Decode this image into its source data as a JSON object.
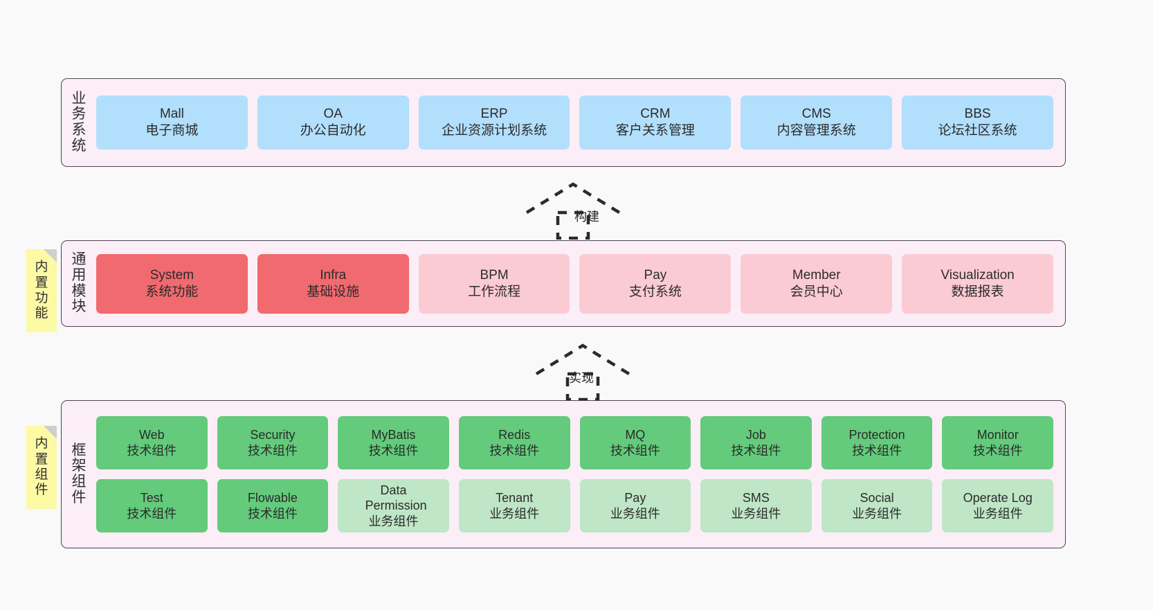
{
  "diagram": {
    "title": "",
    "background": "#f9f9f9",
    "colors": {
      "band_fill": "#fbeef7",
      "band_border": "#4a4453",
      "business_card": "#b2dffc",
      "module_card_strong": "#f06a6f",
      "module_card_light": "#fbcbd4",
      "component_tech": "#63cb7b",
      "component_biz": "#bfe6c6",
      "sticky_note": "#fcfaa4",
      "sticky_fold": "#cfcfcf"
    }
  },
  "bands": {
    "business": {
      "label": "业务系统",
      "label_chars": [
        "业",
        "务",
        "系",
        "统"
      ],
      "cards": [
        {
          "name": "Mall",
          "desc": "电子商城"
        },
        {
          "name": "OA",
          "desc": "办公自动化"
        },
        {
          "name": "ERP",
          "desc": "企业资源计划系统"
        },
        {
          "name": "CRM",
          "desc": "客户关系管理"
        },
        {
          "name": "CMS",
          "desc": "内容管理系统"
        },
        {
          "name": "BBS",
          "desc": "论坛社区系统"
        }
      ]
    },
    "modules": {
      "label": "通用模块",
      "label_chars": [
        "通",
        "用",
        "模",
        "块"
      ],
      "sticky": {
        "text": "内置功能",
        "chars": [
          "内",
          "置",
          "功",
          "能"
        ]
      },
      "cards": [
        {
          "name": "System",
          "desc": "系统功能",
          "emphasis": "strong"
        },
        {
          "name": "Infra",
          "desc": "基础设施",
          "emphasis": "strong"
        },
        {
          "name": "BPM",
          "desc": "工作流程",
          "emphasis": "light"
        },
        {
          "name": "Pay",
          "desc": "支付系统",
          "emphasis": "light"
        },
        {
          "name": "Member",
          "desc": "会员中心",
          "emphasis": "light"
        },
        {
          "name": "Visualization",
          "desc": "数据报表",
          "emphasis": "light"
        }
      ]
    },
    "framework": {
      "label": "框架组件",
      "label_chars": [
        "框",
        "架",
        "组",
        "件"
      ],
      "sticky": {
        "text": "内置组件",
        "chars": [
          "内",
          "置",
          "组",
          "件"
        ]
      },
      "row1": [
        {
          "name": "Web",
          "desc": "技术组件",
          "emphasis": "strong"
        },
        {
          "name": "Security",
          "desc": "技术组件",
          "emphasis": "strong"
        },
        {
          "name": "MyBatis",
          "desc": "技术组件",
          "emphasis": "strong"
        },
        {
          "name": "Redis",
          "desc": "技术组件",
          "emphasis": "strong"
        },
        {
          "name": "MQ",
          "desc": "技术组件",
          "emphasis": "strong"
        },
        {
          "name": "Job",
          "desc": "技术组件",
          "emphasis": "strong"
        },
        {
          "name": "Protection",
          "desc": "技术组件",
          "emphasis": "strong"
        },
        {
          "name": "Monitor",
          "desc": "技术组件",
          "emphasis": "strong"
        }
      ],
      "row2": [
        {
          "name": "Test",
          "desc": "技术组件",
          "emphasis": "strong"
        },
        {
          "name": "Flowable",
          "desc": "技术组件",
          "emphasis": "strong"
        },
        {
          "name": "Data Permission",
          "desc": "业务组件",
          "emphasis": "light"
        },
        {
          "name": "Tenant",
          "desc": "业务组件",
          "emphasis": "light"
        },
        {
          "name": "Pay",
          "desc": "业务组件",
          "emphasis": "light"
        },
        {
          "name": "SMS",
          "desc": "业务组件",
          "emphasis": "light"
        },
        {
          "name": "Social",
          "desc": "业务组件",
          "emphasis": "light"
        },
        {
          "name": "Operate Log",
          "desc": "业务组件",
          "emphasis": "light"
        }
      ]
    }
  },
  "connectors": [
    {
      "id": "build",
      "label": "构建",
      "style": "dashed-generalization"
    },
    {
      "id": "implement",
      "label": "实现",
      "style": "dashed-generalization"
    }
  ]
}
